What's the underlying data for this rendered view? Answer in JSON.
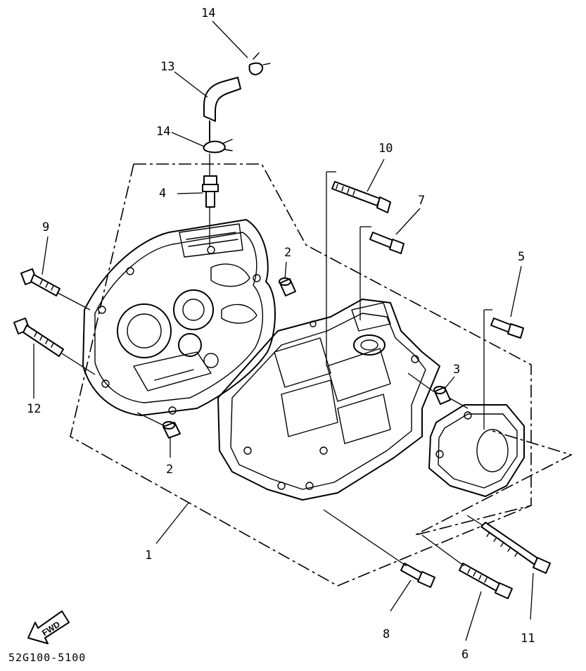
{
  "diagram": {
    "drawing_code": "52G100-5100",
    "direction_badge": "FWD",
    "callouts": [
      {
        "id": "c14a",
        "label": "14"
      },
      {
        "id": "c13",
        "label": "13"
      },
      {
        "id": "c14b",
        "label": "14"
      },
      {
        "id": "c4",
        "label": "4"
      },
      {
        "id": "c10",
        "label": "10"
      },
      {
        "id": "c7",
        "label": "7"
      },
      {
        "id": "c9",
        "label": "9"
      },
      {
        "id": "c2a",
        "label": "2"
      },
      {
        "id": "c5",
        "label": "5"
      },
      {
        "id": "c3",
        "label": "3"
      },
      {
        "id": "c12",
        "label": "12"
      },
      {
        "id": "c2b",
        "label": "2"
      },
      {
        "id": "c1",
        "label": "1"
      },
      {
        "id": "c8",
        "label": "8"
      },
      {
        "id": "c6",
        "label": "6"
      },
      {
        "id": "c11",
        "label": "11"
      }
    ]
  }
}
